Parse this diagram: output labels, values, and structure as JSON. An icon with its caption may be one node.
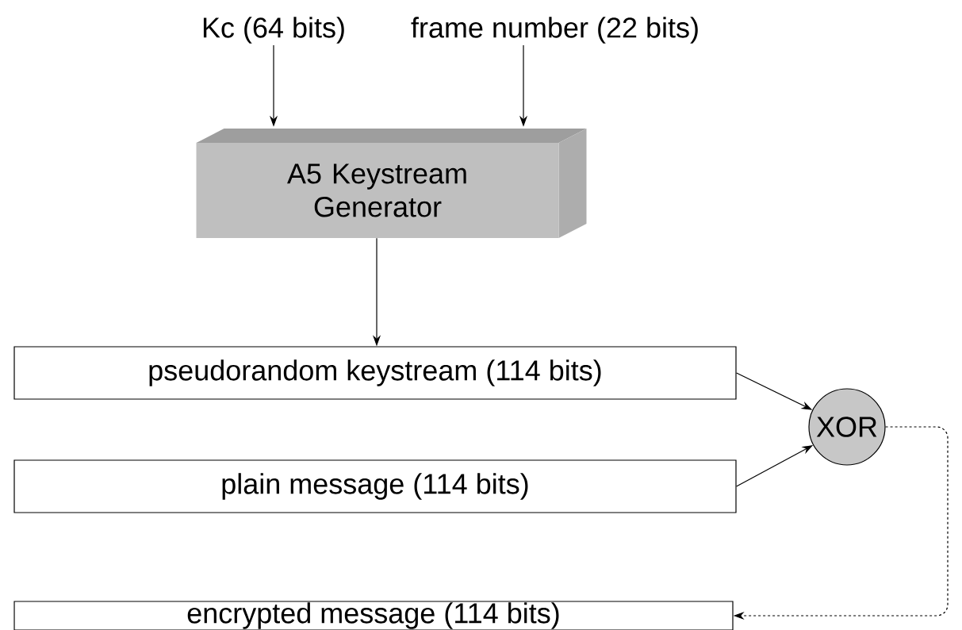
{
  "diagram": {
    "nodes": [
      {
        "text": [
          "Kc (64 bits)"
        ]
      },
      {
        "text": [
          "frame number (22 bits)"
        ]
      },
      {
        "text": [
          "A5 Keystream Generator"
        ]
      },
      {
        "text": [
          "pseudorandom keystream (114 bits)"
        ]
      },
      {
        "text": [
          "XOR"
        ]
      },
      {
        "text": [
          "plain message (114 bits)"
        ]
      },
      {
        "text": [
          "encrypted message (114 bits)"
        ]
      }
    ],
    "edges": [
      {
        "from": 0,
        "to": 2,
        "arrow": "to"
      },
      {
        "from": 1,
        "to": 2,
        "arrow": "to"
      },
      {
        "from": 2,
        "to": 3,
        "arrow": "to"
      },
      {
        "from": 3,
        "to": 4,
        "arrow": "to"
      },
      {
        "from": 5,
        "to": 4,
        "arrow": "to"
      },
      {
        "from": 4,
        "to": 6,
        "arrow": "to",
        "style": "dashed"
      }
    ]
  }
}
